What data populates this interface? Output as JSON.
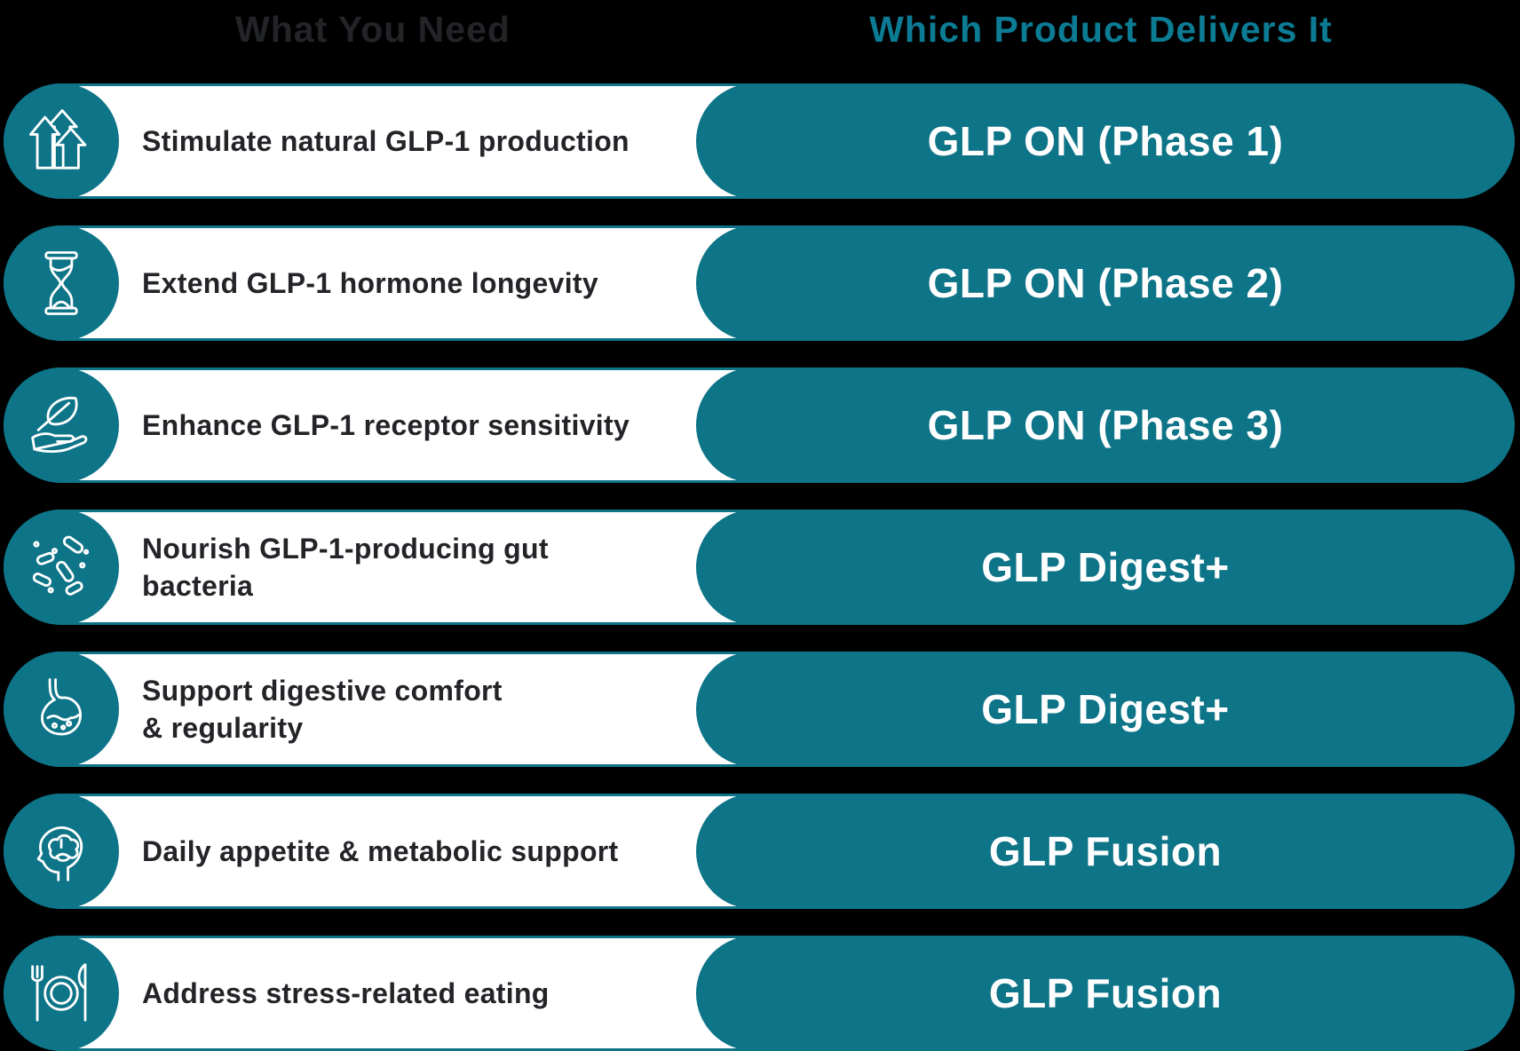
{
  "header": {
    "left_title": "What You Need",
    "right_title": "Which Product Delivers It"
  },
  "colors": {
    "background": "#000000",
    "pill_teal": "#0e7488",
    "header_teal": "#0c7c94",
    "dark_text": "#232428",
    "white": "#ffffff"
  },
  "table": {
    "columns": [
      "What You Need",
      "Which Product Delivers It"
    ],
    "rows": [
      {
        "icon": "arrows-up-icon",
        "need": "Stimulate natural GLP-1 production",
        "product": "GLP ON (Phase 1)"
      },
      {
        "icon": "hourglass-icon",
        "need": "Extend GLP-1 hormone longevity",
        "product": "GLP ON (Phase 2)"
      },
      {
        "icon": "hand-leaf-icon",
        "need": "Enhance GLP-1 receptor sensitivity",
        "product": "GLP ON (Phase 3)"
      },
      {
        "icon": "gut-bacteria-icon",
        "need": "Nourish GLP-1-producing gut\nbacteria",
        "product": "GLP Digest+"
      },
      {
        "icon": "stomach-icon",
        "need": "Support digestive comfort\n& regularity",
        "product": "GLP Digest+"
      },
      {
        "icon": "head-brain-icon",
        "need": "Daily appetite & metabolic support",
        "product": "GLP Fusion"
      },
      {
        "icon": "plate-cutlery-icon",
        "need": "Address stress-related eating",
        "product": "GLP Fusion"
      }
    ]
  }
}
